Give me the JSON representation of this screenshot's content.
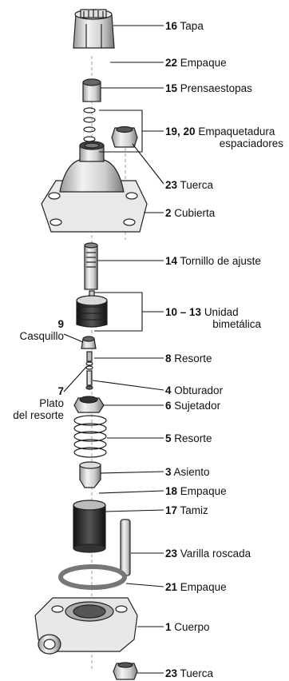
{
  "labels": [
    {
      "num": "16",
      "text": "Tapa"
    },
    {
      "num": "22",
      "text": "Empaque"
    },
    {
      "num": "15",
      "text": "Prensaestopas"
    },
    {
      "num": "19, 20",
      "text": "Empaquetadura",
      "text2": "espaciadores"
    },
    {
      "num": "23",
      "text": "Tuerca"
    },
    {
      "num": "2",
      "text": "Cubierta"
    },
    {
      "num": "14",
      "text": "Tornillo de ajuste"
    },
    {
      "num": "10 – 13",
      "text": "Unidad",
      "text2": "bimetálica"
    },
    {
      "num": "9",
      "text": "Casquillo"
    },
    {
      "num": "8",
      "text": "Resorte"
    },
    {
      "num": "7",
      "text": "Plato",
      "text2": "del resorte"
    },
    {
      "num": "4",
      "text": "Obturador"
    },
    {
      "num": "6",
      "text": "Sujetador"
    },
    {
      "num": "5",
      "text": "Resorte"
    },
    {
      "num": "3",
      "text": "Asiento"
    },
    {
      "num": "18",
      "text": "Empaque"
    },
    {
      "num": "17",
      "text": "Tamiz"
    },
    {
      "num": "23",
      "text": "Varilla roscada"
    },
    {
      "num": "21",
      "text": "Empaque"
    },
    {
      "num": "1",
      "text": "Cuerpo"
    },
    {
      "num": "23",
      "text": "Tuerca"
    }
  ]
}
